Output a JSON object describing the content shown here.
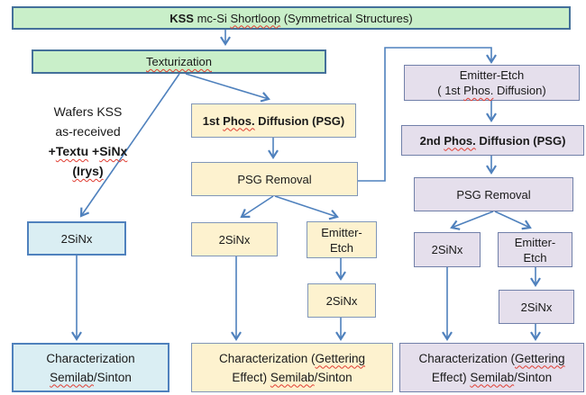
{
  "colors": {
    "green_fill": "#c9efc9",
    "green_border": "#44709a",
    "cream_fill": "#fdf2cf",
    "cream_border": "#8096b8",
    "blue_fill": "#daeef3",
    "blue_border": "#4f81bd",
    "purple_fill": "#e5dfec",
    "purple_border": "#7180a9",
    "line": "#4f81bd",
    "text": "#1a1a1a",
    "squiggle": "#e03c31"
  },
  "title": {
    "bold": "KSS",
    "mid": " mc-Si ",
    "shortloop": "Shortloop",
    "tail": " (Symmetrical Structures)"
  },
  "texturization": {
    "label": "Texturization"
  },
  "note": {
    "line1": "Wafers KSS",
    "line2": "as-received",
    "plus1": "+",
    "textu": "Textu",
    "plus2": " +",
    "sinx": "SiNx",
    "line4": "(Irys)"
  },
  "left": {
    "sinx": "2SiNx",
    "char": {
      "line1": "Characterization",
      "semilab": "Semilab",
      "post": "/Sinton"
    }
  },
  "mid": {
    "phos1": {
      "pre": "1st ",
      "phos": "Phos.",
      "post": " Diffusion (PSG)"
    },
    "psg_removal": "PSG Removal",
    "sinx_a": "2SiNx",
    "emitter_l1": "Emitter-",
    "emitter_l2": "Etch",
    "sinx_b": "2SiNx",
    "char": {
      "l1a": "Characterization (",
      "gettering": "Gettering",
      "l2a": "Effect) ",
      "semilab": "Semilab",
      "l2c": "/Sinton"
    }
  },
  "right": {
    "emitter_top": {
      "l1": "Emitter-Etch",
      "l2a": "( 1st ",
      "phos": "Phos.",
      "l2c": " Diffusion)"
    },
    "phos2": {
      "pre": "2nd ",
      "phos": "Phos.",
      "post": " Diffusion (PSG)"
    },
    "psg_removal": "PSG Removal",
    "sinx_a": "2SiNx",
    "emitter_l1": "Emitter-",
    "emitter_l2": "Etch",
    "sinx_b": "2SiNx",
    "char": {
      "l1a": "Characterization (",
      "gettering": "Gettering",
      "l2a": "Effect) ",
      "semilab": "Semilab",
      "l2c": "/Sinton"
    }
  }
}
